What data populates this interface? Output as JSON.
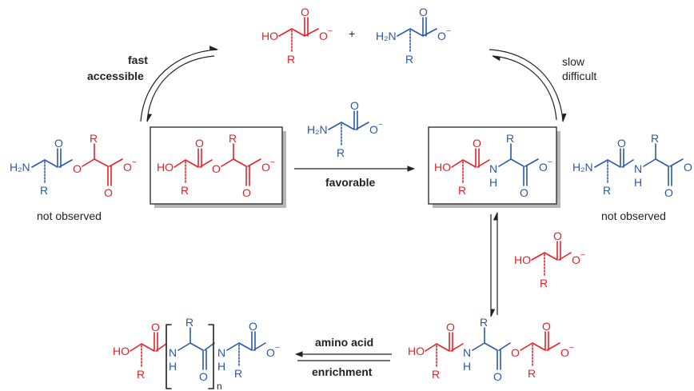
{
  "labels": {
    "left_arrow_line1": "fast",
    "left_arrow_line2": "accessible",
    "right_arrow_line1": "slow",
    "right_arrow_line2": "difficult",
    "center_arrow": "favorable",
    "bottom_arrow_line1": "amino acid",
    "bottom_arrow_line2": "enrichment",
    "not_observed_left": "not observed",
    "not_observed_right": "not observed",
    "plus": "+",
    "subscript_n": "n"
  },
  "atoms": {
    "HO": "HO",
    "H2N": "H₂N",
    "O": "O",
    "O_minus": "O",
    "minus": "−",
    "R": "R",
    "N": "N",
    "H": "H"
  },
  "colors": {
    "hydroxy_acid": "#e8202a",
    "amino_acid": "#2b5aa8",
    "neutral": "#222222"
  }
}
